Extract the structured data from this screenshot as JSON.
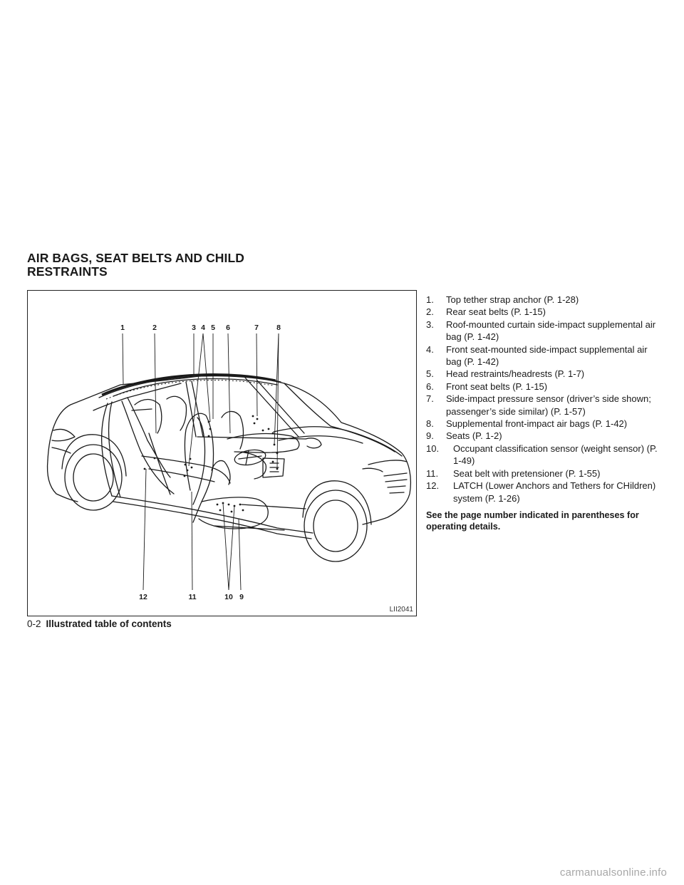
{
  "section_heading": [
    "AIR BAGS, SEAT BELTS AND CHILD",
    "RESTRAINTS"
  ],
  "figure": {
    "id": "LII2041",
    "callouts_top": [
      "1",
      "2",
      "3",
      "4",
      "5",
      "6",
      "7",
      "8"
    ],
    "callouts_bottom": [
      "12",
      "11",
      "10",
      "9"
    ]
  },
  "legend": [
    {
      "num": "1.",
      "text": "Top tether strap anchor (P. 1-28)"
    },
    {
      "num": "2.",
      "text": "Rear seat belts (P. 1-15)"
    },
    {
      "num": "3.",
      "text": "Roof-mounted curtain side-impact supplemental air bag (P. 1-42)"
    },
    {
      "num": "4.",
      "text": "Front seat-mounted side-impact supplemental air bag (P. 1-42)"
    },
    {
      "num": "5.",
      "text": "Head restraints/headrests (P. 1-7)"
    },
    {
      "num": "6.",
      "text": "Front seat belts (P. 1-15)"
    },
    {
      "num": "7.",
      "text": "Side-impact pressure sensor (driver’s side shown; passenger’s side similar) (P. 1-57)"
    },
    {
      "num": "8.",
      "text": "Supplemental front-impact air bags (P. 1-42)"
    },
    {
      "num": "9.",
      "text": "Seats (P. 1-2)"
    },
    {
      "num": "10.",
      "text": "Occupant classification sensor (weight sensor) (P. 1-49)"
    },
    {
      "num": "11.",
      "text": "Seat belt with pretensioner (P. 1-55)"
    },
    {
      "num": "12.",
      "text": "LATCH (Lower Anchors and Tethers for CHildren) system (P. 1-26)"
    }
  ],
  "note": "See the page number indicated in parentheses for operating details.",
  "footer": {
    "page_number": "0-2",
    "title": "Illustrated table of contents"
  },
  "watermark": "carmanualsonline.info"
}
